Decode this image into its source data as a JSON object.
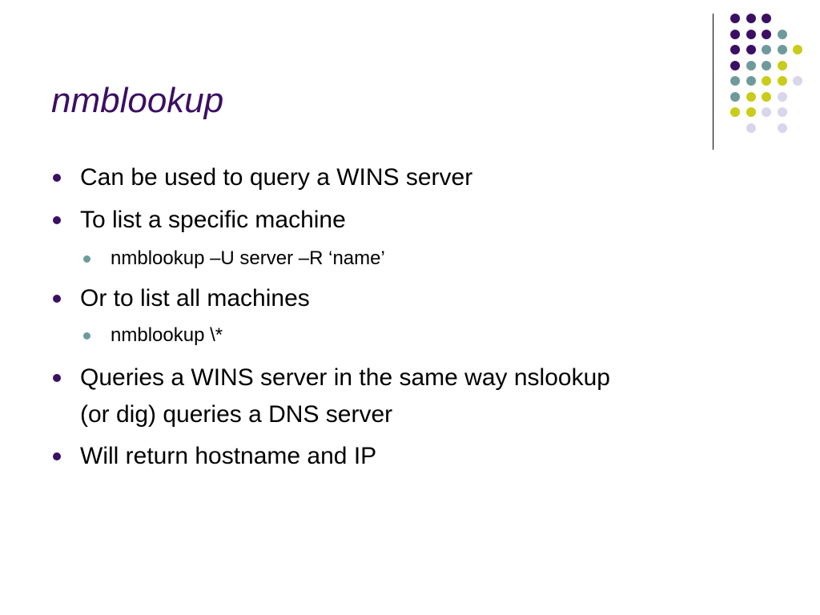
{
  "colors": {
    "title": "#3b0f63",
    "bullet_primary": "#3b0f63",
    "bullet_secondary": "#6f9a9c",
    "dot_purple": "#3b0f63",
    "dot_teal": "#6f9a9c",
    "dot_yellow": "#c9cc1b",
    "dot_lavender": "#d8d6ea"
  },
  "slide": {
    "title": "nmblookup",
    "bullets": [
      {
        "level": 1,
        "lines": [
          "Can be used to query a WINS server"
        ]
      },
      {
        "level": 1,
        "lines": [
          "To list a specific machine"
        ]
      },
      {
        "level": 2,
        "lines": [
          "nmblookup –U server –R ‘name’"
        ]
      },
      {
        "level": 1,
        "lines": [
          "Or to list all machines"
        ]
      },
      {
        "level": 2,
        "lines": [
          "nmblookup \\*"
        ]
      },
      {
        "level": 1,
        "lines": [
          "Queries a WINS server in the same way nslookup",
          "(or dig) queries a DNS server"
        ]
      },
      {
        "level": 1,
        "lines": [
          "Will return hostname and IP"
        ]
      }
    ]
  },
  "decoration": {
    "dot_grid": [
      [
        "purple",
        "purple",
        "purple",
        null,
        null
      ],
      [
        "purple",
        "purple",
        "purple",
        "teal",
        null
      ],
      [
        "purple",
        "purple",
        "teal",
        "teal",
        "yellow"
      ],
      [
        "purple",
        "teal",
        "teal",
        "yellow",
        null
      ],
      [
        "teal",
        "teal",
        "yellow",
        "yellow",
        "lavender"
      ],
      [
        "teal",
        "yellow",
        "yellow",
        "lavender",
        null
      ],
      [
        "yellow",
        "yellow",
        "lavender",
        "lavender",
        null
      ],
      [
        null,
        "lavender",
        null,
        "lavender",
        null
      ]
    ]
  }
}
